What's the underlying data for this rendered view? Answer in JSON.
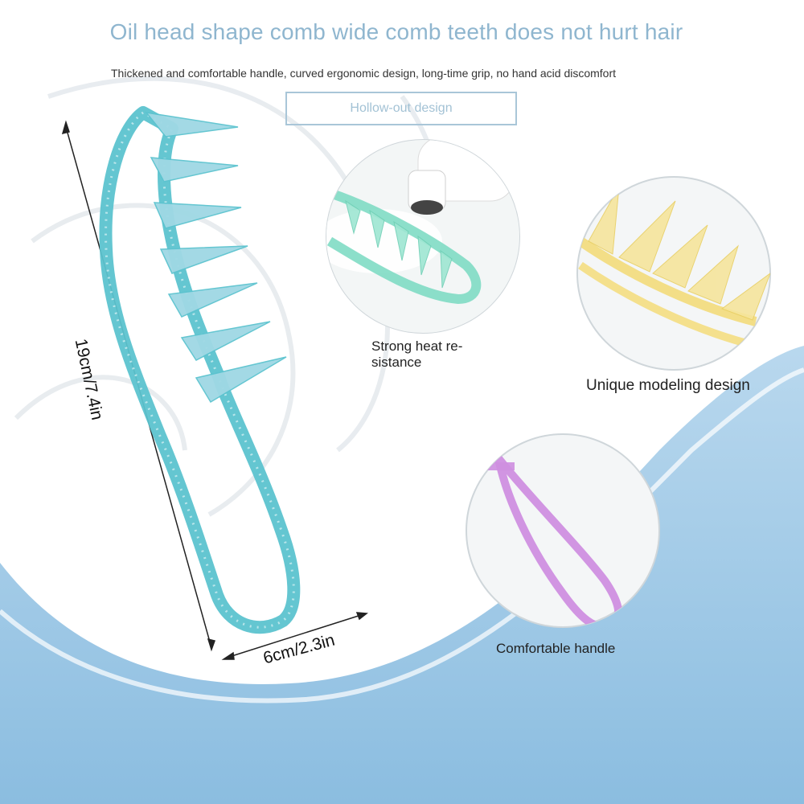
{
  "header": {
    "title": "Oil head shape comb wide comb teeth does not hurt hair",
    "subtitle": "Thickened and comfortable handle, curved ergonomic design, long-time grip, no hand acid discomfort",
    "hollow_label": "Hollow-out design"
  },
  "features": {
    "heat_label": "Strong heat re-sistance",
    "heat_line1": "Strong heat re-",
    "heat_line2": "sistance",
    "modeling_label": "Unique modeling design",
    "handle_label": "Comfortable handle"
  },
  "dimensions": {
    "height": "19cm/7.4in",
    "width": "6cm/2.3in"
  },
  "colors": {
    "title": "#8fb6cf",
    "wave_blue": "#8fbfe0",
    "comb_teal": "#5cc3cf",
    "comb_mint": "#7fdcc4",
    "comb_yellow": "#f3dc7a",
    "comb_purple": "#cf8fe0"
  },
  "icons": {
    "hair-dryer": "hair-dryer-icon"
  }
}
